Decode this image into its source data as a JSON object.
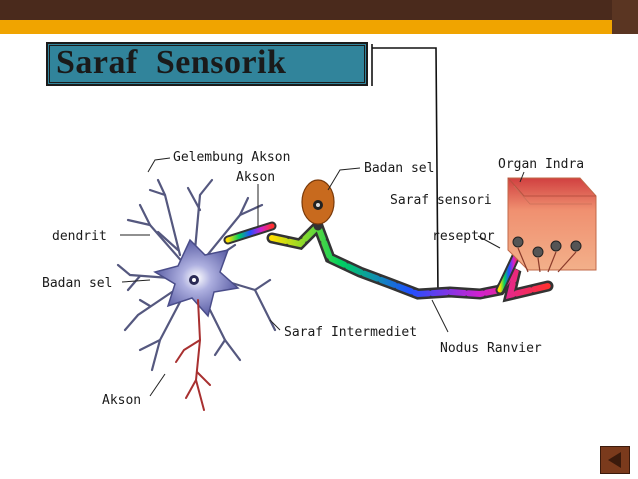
{
  "title": "Saraf  Sensorik",
  "labels": {
    "gelembung_akson": "Gelembung Akson",
    "akson_top": "Akson",
    "badan_sel_top": "Badan sel",
    "organ_indra": "Organ Indra",
    "saraf_sensori": "Saraf sensori",
    "reseptor": "reseptor",
    "dendrit": "dendrit",
    "badan_sel_left": "Badan sel",
    "saraf_intermediet": "Saraf Intermediet",
    "nodus_ranvier": "Nodus Ranvier",
    "akson_bottom": "Akson"
  },
  "colors": {
    "top_bar": "#4a2a1c",
    "accent": "#f0a400",
    "title_box": "#31849b",
    "neuron": "#6f72b3",
    "cell_body": "#c86a1e",
    "organ": "#e08060"
  },
  "icons": {
    "nav_button": "next-slide-triangle-icon"
  }
}
